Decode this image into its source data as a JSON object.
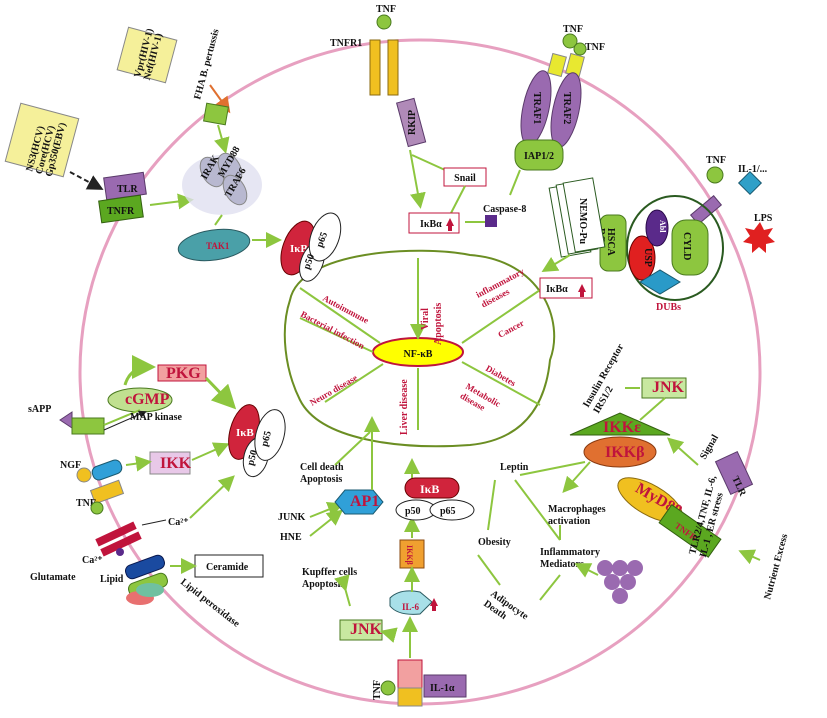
{
  "top": {
    "tnf": "TNF",
    "tnfr1": "TNFR1",
    "rkip": "RKIP",
    "traf1": "TRAF1",
    "traf2": "TRAF2",
    "iap": "IAP1/2",
    "snail": "Snail",
    "caspase": "Caspase-8",
    "ikba": "IκBα"
  },
  "top_left": {
    "vpr": "Vpr(HIV-1)\nNef(HIV-1)",
    "fha": "FHA B. pertussis",
    "ns": "NS3(HCV)\nCore(HCV)\nGp350(EBV)",
    "tlr": "TLR",
    "tnfr": "TNFR",
    "irak": "IRAK",
    "myd": "MYD88",
    "traf6": "TRAF6",
    "tak1": "TAK1"
  },
  "complex": {
    "ikb": "IκB",
    "p50": "p50",
    "p65": "p65"
  },
  "right_top": {
    "tnf": "TNF",
    "il1": "IL-1/...",
    "lps": "LPS",
    "nemo": "NEMO-Pu",
    "hsca": "HSCA\nRG",
    "abl": "Abl",
    "usp": "USP",
    "cyld": "CYLD",
    "dubs": "DUBs",
    "ikba": "IκBα"
  },
  "center": {
    "nfkb": "NF-κB",
    "viral": "Viral",
    "apoptosis": "Apoptosis",
    "inflammatory": "inflammatory\ndiseases",
    "cancer": "Cancer",
    "autoimmune": "Autoimmune",
    "bacterial": "Bacterial infection",
    "neuro": "Neuro disease",
    "liver": "Liver disease",
    "diabetes": "Diabetes",
    "metabolic": "Metabolic\ndisease"
  },
  "left": {
    "pkg": "PKG",
    "cgmp": "cGMP",
    "sapp": "sAPP",
    "map": "MAP kinase",
    "ngf": "NGF",
    "tnf": "TNF",
    "ikk": "IKK",
    "ca1": "Ca²⁺",
    "ca2": "Ca²⁺",
    "glutamate": "Glutamate",
    "lipid": "Lipid",
    "ceramide": "Ceramide",
    "lipidperox": "Lipid peroxidase"
  },
  "bottom": {
    "celldeath": "Cell death\nApoptosis",
    "junk": "JUNK",
    "hne": "HNE",
    "ap1": "AP1",
    "ikbeta": "IKKβ",
    "kupffer": "Kupffer cells\nApoptosis",
    "jnk": "JNK",
    "il6": "IL-6",
    "tnf": "TNF",
    "il1a": "IL-1α",
    "obesity": "Obesity",
    "adipocyte": "Adipocyte\nDeath",
    "leptin": "Leptin",
    "inflmed": "Inflammatory\nMediators",
    "macro": "Macrophages\nactivation"
  },
  "right": {
    "insulin": "Insulin Receptor\nIRS1/2",
    "jnk": "JNK",
    "signal": "Signal",
    "ikke": "IKKε",
    "ikkb": "IKKβ",
    "myd88": "MyD88",
    "tlr": "TLR",
    "tnfr": "TNFR",
    "tlr2": "TLR2/4,TNF, IL-6,\nIL-1 , ER stress",
    "nutrient": "Nutrient Excess"
  }
}
